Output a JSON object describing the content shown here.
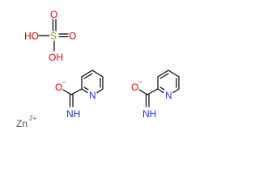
{
  "sulfuric_acid": {
    "s": "S",
    "o_top": "O",
    "o_right": "O",
    "oh_left": "HO",
    "oh_bottom": "OH",
    "colors": {
      "S": "#b8860b",
      "O": "#e00000"
    }
  },
  "nicotinamide_1": {
    "ring_n": "N",
    "o_anion": "O",
    "charge": "−",
    "nh": "NH",
    "colors": {
      "N": "#1f2fff",
      "O": "#e00000"
    }
  },
  "nicotinamide_2": {
    "ring_n": "N",
    "o_anion": "O",
    "charge": "−",
    "nh": "NH",
    "colors": {
      "N": "#1f2fff",
      "O": "#e00000"
    }
  },
  "zinc": {
    "symbol": "Zn",
    "charge": "2+",
    "color": "#555555"
  }
}
